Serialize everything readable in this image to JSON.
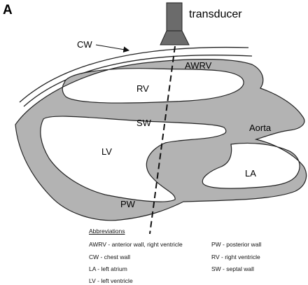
{
  "figure": {
    "panel_label": "A",
    "labels": {
      "transducer": "transducer",
      "cw": "CW",
      "awrv": "AWRV",
      "rv": "RV",
      "sw": "SW",
      "lv": "LV",
      "aorta": "Aorta",
      "la": "LA",
      "pw": "PW"
    },
    "colors": {
      "tissue": "#b3b3b3",
      "transducer": "#6b6b6b",
      "outline": "#222222"
    }
  },
  "legend": {
    "title": "Abbreviations",
    "left": [
      "AWRV - anterior wall, right ventricle",
      "CW - chest wall",
      "LA - left atrium",
      "LV - left ventricle"
    ],
    "right": [
      "PW - posterior wall",
      "RV - right ventricle",
      "SW - septal wall"
    ]
  }
}
